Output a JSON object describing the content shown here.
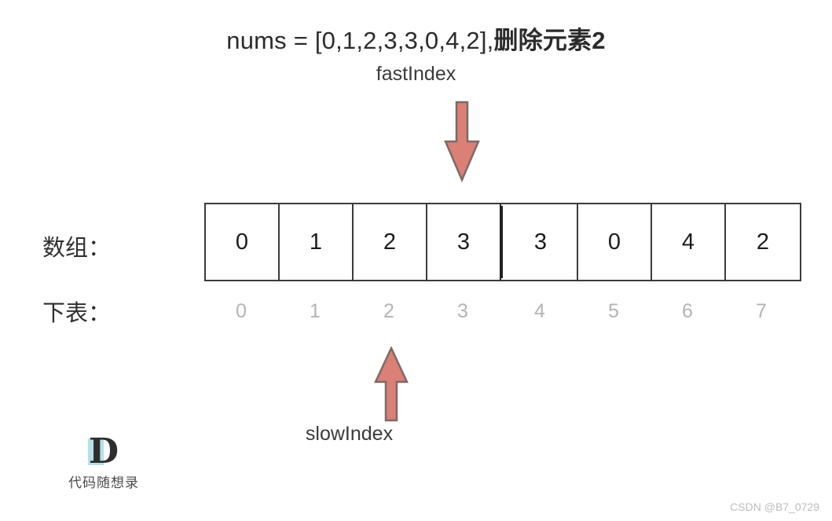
{
  "title": {
    "expression": "nums = [0,1,2,3,3,0,4,2],",
    "operation": "删除元素2"
  },
  "pointers": {
    "fast_label": "fastIndex",
    "slow_label": "slowIndex",
    "fast_index": 3,
    "slow_index": 2,
    "arrow_color": "#d98078",
    "arrow_outline": "#7a6a68"
  },
  "rows": {
    "array_label": "数组：",
    "index_label": "下表："
  },
  "chart_data": {
    "type": "table",
    "title": "nums = [0,1,2,3,3,0,4,2],删除元素2",
    "categories": [
      "0",
      "1",
      "2",
      "3",
      "4",
      "5",
      "6",
      "7"
    ],
    "values": [
      "0",
      "1",
      "2",
      "3",
      "3",
      "0",
      "4",
      "2"
    ],
    "split_after_index": 3,
    "xlabel": "下表：",
    "ylabel": "数组："
  },
  "logo": {
    "mark": "D",
    "text": "代码随想录"
  },
  "watermark": "CSDN @B7_0729"
}
